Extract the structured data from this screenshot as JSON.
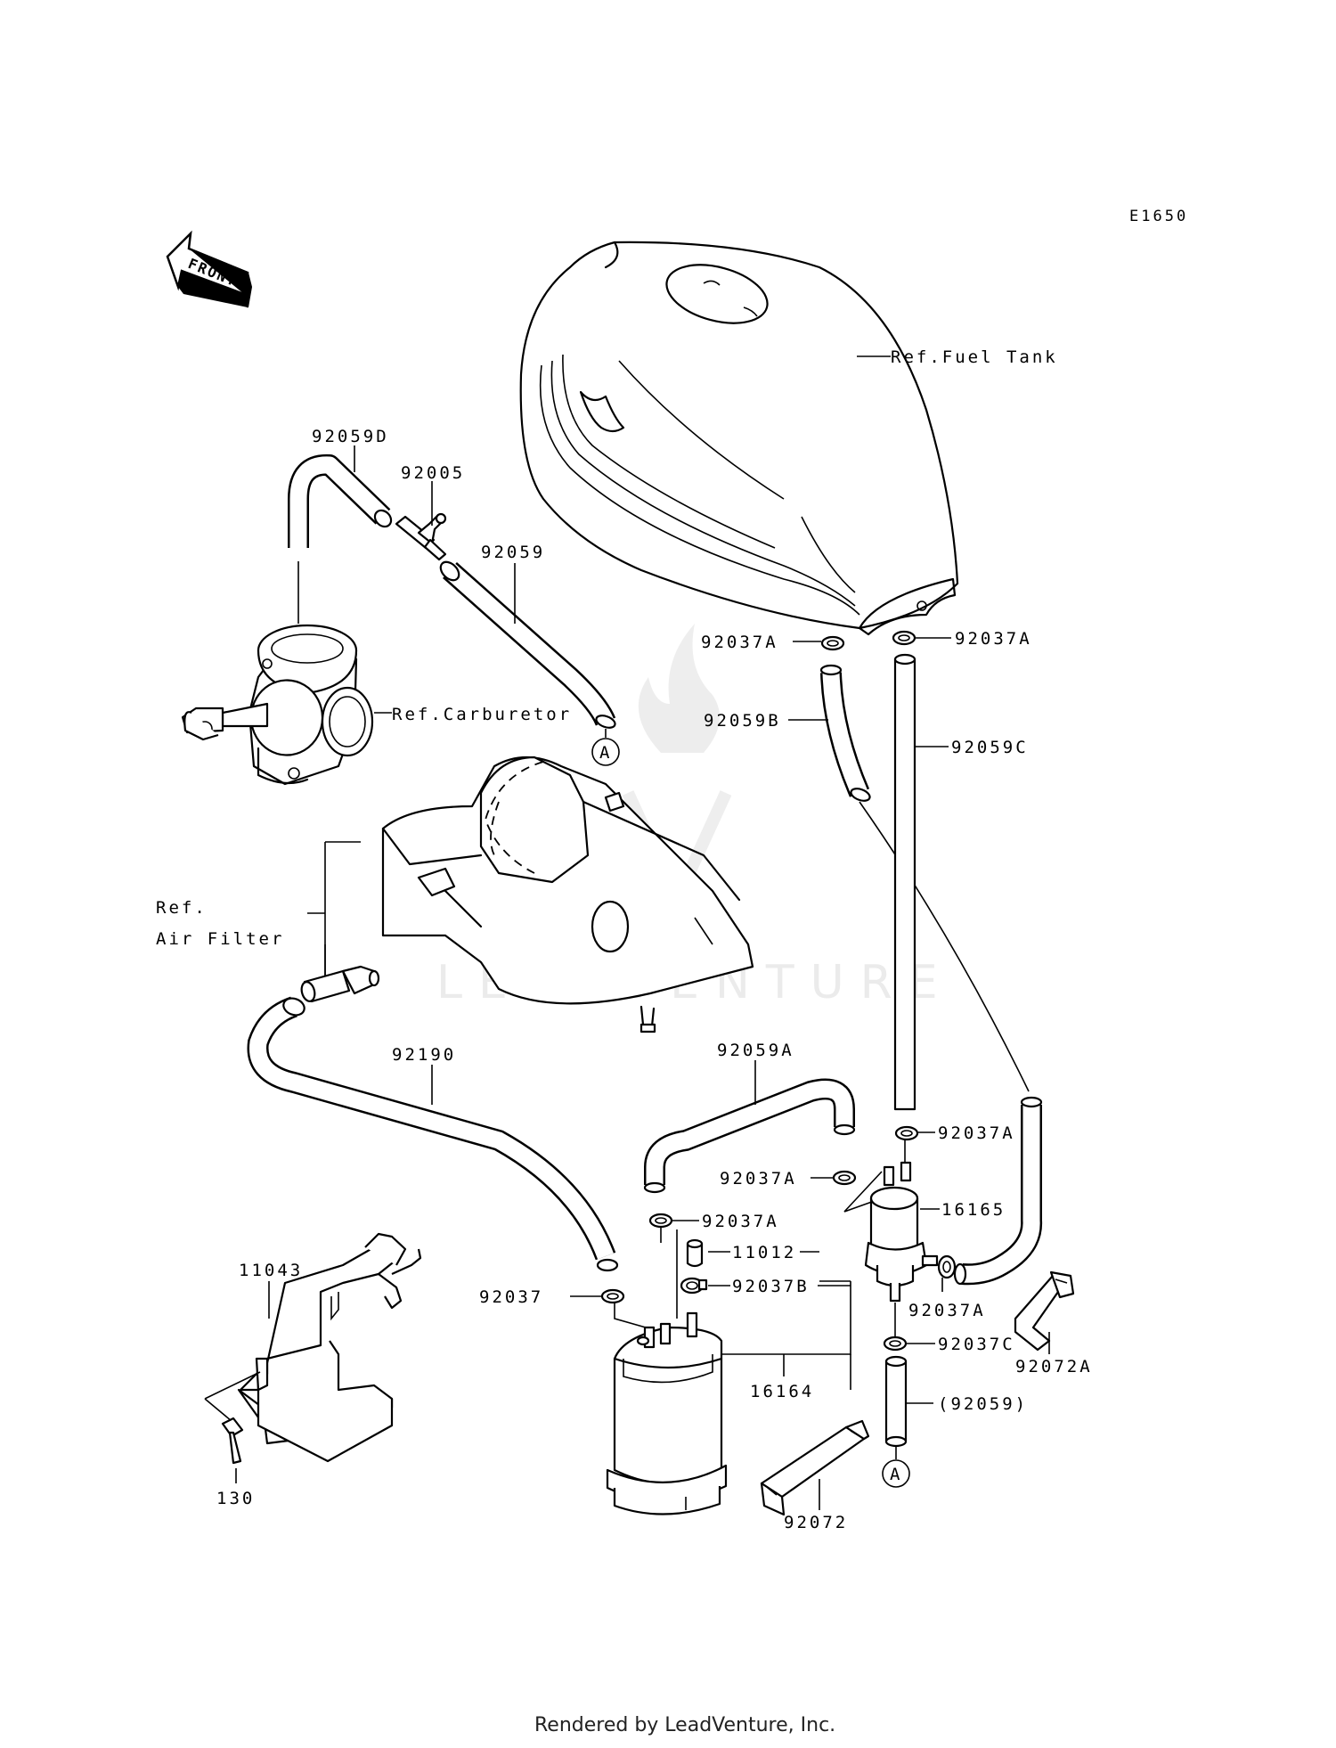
{
  "diagram_id": "E1650",
  "front_label": "FRONT",
  "footer": "Rendered by LeadVenture, Inc.",
  "watermark": "LEADVENTURE",
  "callout_letter": "A",
  "labels": {
    "ref_fuel_tank": "Ref.Fuel Tank",
    "ref_carburetor": "Ref.Carburetor",
    "ref_air_filter_1": "Ref.",
    "ref_air_filter_2": "Air Filter",
    "p92059d": "92059D",
    "p92005": "92005",
    "p92059": "92059",
    "p92037a_left": "92037A",
    "p92037a_right": "92037A",
    "p92059b": "92059B",
    "p92059c": "92059C",
    "p92190": "92190",
    "p92059a": "92059A",
    "p92037a_4": "92037A",
    "p92037a_5": "92037A",
    "p16165": "16165",
    "p92037a_6": "92037A",
    "p11012": "11012",
    "p92037": "92037",
    "p92037b": "92037B",
    "p92037a_7": "92037A",
    "p92037c": "92037C",
    "p92072a": "92072A",
    "p16164": "16164",
    "p92059_paren": "(92059)",
    "p11043": "11043",
    "p130": "130",
    "p92072": "92072"
  }
}
